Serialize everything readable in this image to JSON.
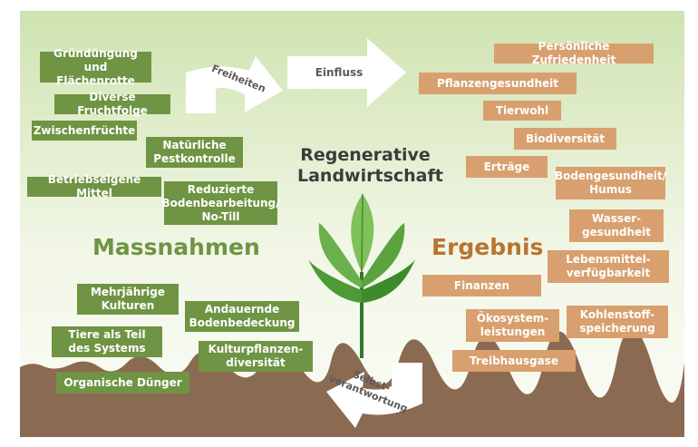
{
  "title": "Regenerative\nLandwirtschaft",
  "massnahmen_heading": "Massnahmen",
  "ergebnis_heading": "Ergebnis",
  "arrows": {
    "freiheiten": "Freiheiten",
    "einfluss": "Einfluss",
    "selbstverantwortung": "Selbst-\nverantwortung"
  },
  "massnahmen": [
    "Gründüngung\nund Flächenrotte",
    "Diverse Fruchtfolge",
    "Zwischenfrüchte",
    "Natürliche\nPestkontrolle",
    "Betriebseigene Mittel",
    "Reduzierte\nBodenbearbeitung/\nNo-Till",
    "Mehrjährige\nKulturen",
    "Andauernde\nBodenbedeckung",
    "Tiere als Teil\ndes Systems",
    "Kulturpflanzen-\ndiversität",
    "Organische Dünger"
  ],
  "ergebnisse": [
    "Persönliche Zufriedenheit",
    "Pflanzengesundheit",
    "Tierwohl",
    "Biodiversität",
    "Erträge",
    "Bodengesundheit/\nHumus",
    "Wasser-\ngesundheit",
    "Lebensmittel-\nverfügbarkeit",
    "Finanzen",
    "Ökosystem-\nleistungen",
    "Kohlenstoff-\nspeicherung",
    "Treibhausgase"
  ],
  "colors": {
    "massnahmen_box": "#6f9443",
    "ergebnis_box": "#d8a06e",
    "ergebnis_heading": "#b8742f",
    "soil": "#8b6a52",
    "sky_top": "#cfe3b0"
  }
}
